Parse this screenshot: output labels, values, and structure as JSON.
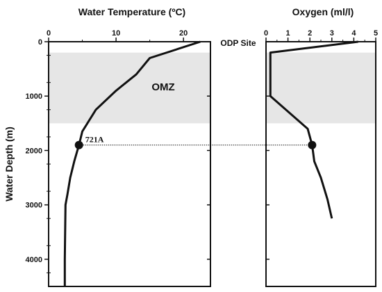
{
  "chart_data": {
    "type": "line",
    "ylabel": "Water Depth (m)",
    "y_axis": {
      "min": 0,
      "max": 4500,
      "inverted": true,
      "ticks": [
        0,
        1000,
        2000,
        3000,
        4000
      ]
    },
    "omz_band": {
      "label": "OMZ",
      "from_depth": 200,
      "to_depth": 1500,
      "color": "#e6e6e6"
    },
    "site_marker": {
      "label": "721A",
      "depth": 1900
    },
    "top_annotation": "ODP Site",
    "panels": [
      {
        "xlabel": "Water Temperature (ºC)",
        "x_axis": {
          "min": 0,
          "max": 24,
          "ticks": [
            0,
            10,
            20
          ]
        },
        "series": {
          "x": [
            22.5,
            15,
            13,
            10,
            7,
            5,
            4.5,
            3.8,
            3.2,
            2.8,
            2.5,
            2.4,
            2.4
          ],
          "y": [
            0,
            300,
            600,
            900,
            1250,
            1650,
            1900,
            2200,
            2500,
            2800,
            3000,
            4000,
            4500
          ]
        },
        "marker": {
          "x": 4.5,
          "y": 1900
        }
      },
      {
        "xlabel": "Oxygen (ml/l)",
        "x_axis": {
          "min": 0,
          "max": 5,
          "ticks": [
            0,
            1,
            2,
            3,
            4,
            5
          ]
        },
        "series": {
          "x": [
            4.2,
            0.2,
            0.2,
            0.2,
            0.2,
            1.9,
            2.1,
            2.2,
            2.5,
            2.8,
            3.0
          ],
          "y": [
            0,
            200,
            300,
            800,
            1000,
            1600,
            1900,
            2200,
            2500,
            2900,
            3250
          ]
        },
        "marker": {
          "x": 2.1,
          "y": 1900
        }
      }
    ]
  }
}
